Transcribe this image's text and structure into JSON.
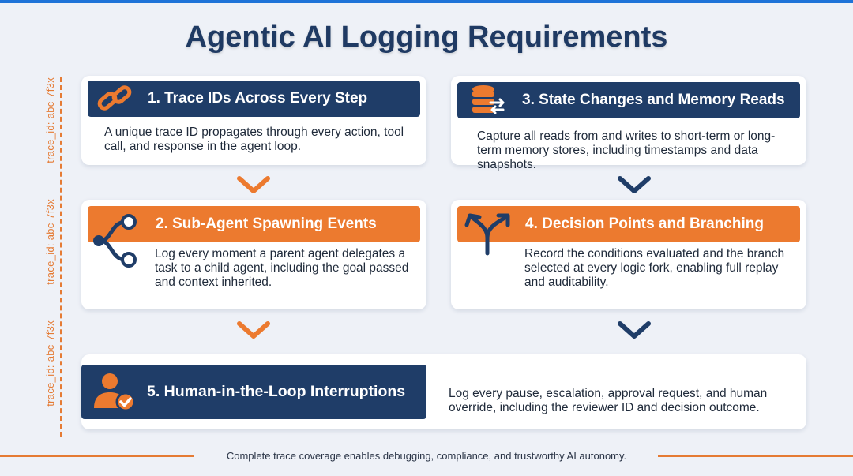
{
  "title": "Agentic AI Logging Requirements",
  "trace_labels": [
    "trace_id: abc-7f3x",
    "trace_id: abc-7f3x",
    "trace_id: abc-7f3x"
  ],
  "cards": [
    {
      "heading": "1. Trace IDs Across Every Step",
      "description": "A unique trace ID propagates through every action, tool call, and response in the agent loop.",
      "icon": "link-icon"
    },
    {
      "heading": "2. Sub-Agent Spawning Events",
      "description": "Log every moment a parent agent delegates a task to a child agent, including the goal passed and context inherited.",
      "icon": "branch-nodes-icon"
    },
    {
      "heading": "3. State Changes and Memory Reads",
      "description": "Capture all reads from and writes to short-term or long-term memory stores, including timestamps and data snapshots.",
      "icon": "database-sync-icon"
    },
    {
      "heading": "4. Decision Points and Branching",
      "description": "Record the conditions evaluated and the branch selected at every logic fork, enabling full replay and auditability.",
      "icon": "fork-arrows-icon"
    },
    {
      "heading": "5. Human-in-the-Loop Interruptions",
      "description": "Log every pause, escalation, approval request, and human override, including the reviewer ID and decision outcome.",
      "icon": "user-check-icon"
    }
  ],
  "footer": "Complete trace coverage enables debugging, compliance, and trustworthy AI autonomy.",
  "colors": {
    "navy": "#1f3d68",
    "orange": "#ec7a2f",
    "accent_blue": "#1e73d8"
  }
}
